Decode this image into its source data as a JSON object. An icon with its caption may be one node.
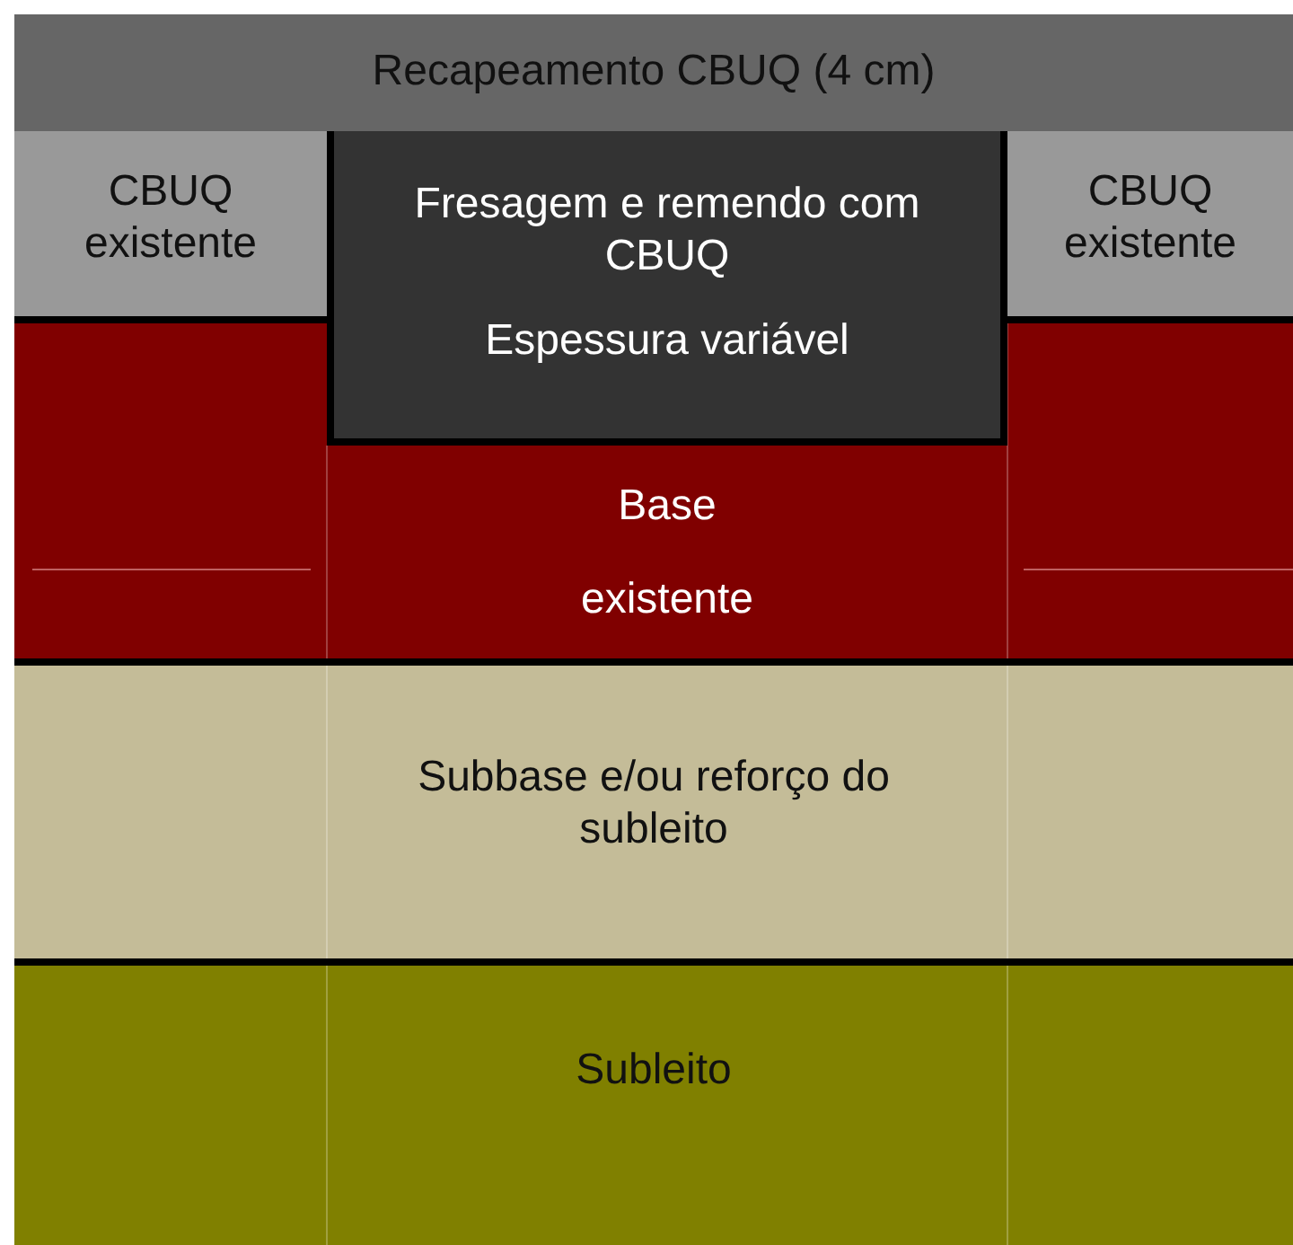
{
  "diagram": {
    "nodes": [
      {
        "text": [
          "Recapeamento CBUQ (4 cm)"
        ]
      },
      {
        "text": [
          "CBUQ existente"
        ]
      },
      {
        "text": [
          "Fresagem e remendo com CBUQ",
          "Espessura variável"
        ]
      },
      {
        "text": [
          "CBUQ existente"
        ]
      },
      {
        "text": [
          "Base existente"
        ]
      },
      {
        "text": [
          "Subbase e/ou reforço do subleito"
        ]
      },
      {
        "text": [
          "Subleito"
        ]
      }
    ]
  }
}
